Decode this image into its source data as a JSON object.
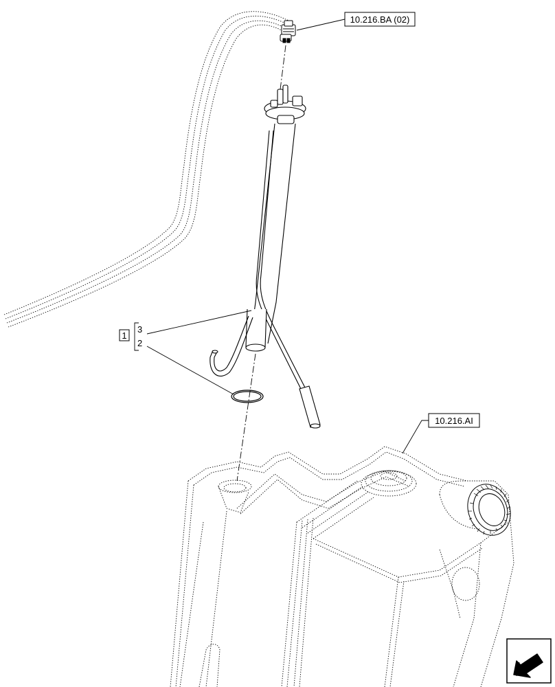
{
  "callouts": {
    "harness_ref": "10.216.BA (02)",
    "tank_ref": "10.216.AI",
    "group_id": "1",
    "item_sender": "3",
    "item_seal": "2"
  },
  "icons": {
    "nav": "arrow-left-down-icon"
  }
}
